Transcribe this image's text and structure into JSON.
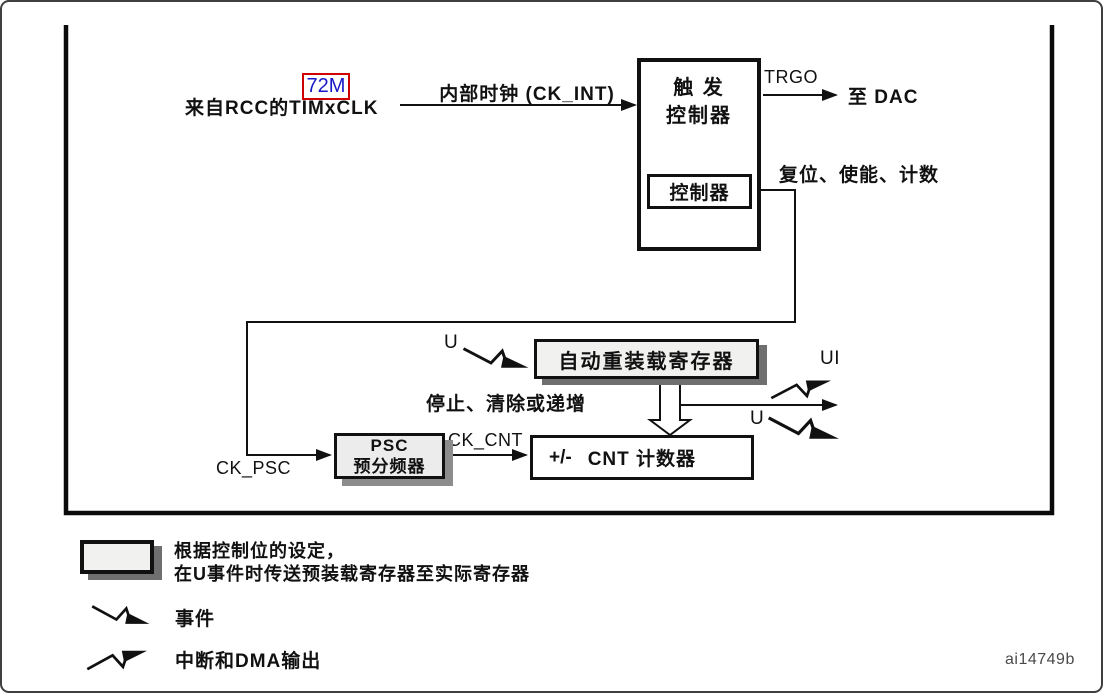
{
  "figure": {
    "id": "ai14749b",
    "annotation_72m": "72M",
    "labels": {
      "from_rcc": "来自RCC的TIMxCLK",
      "ck_int": "内部时钟 (CK_INT)",
      "trgo": "TRGO",
      "to_dac": "至 DAC",
      "reset_enable_count": "复位、使能、计数",
      "u_event_top": "U",
      "ui_interrupt": "UI",
      "u_event_right": "U",
      "stop_clear_increment": "停止、清除或递增",
      "ck_psc": "CK_PSC",
      "ck_cnt": "CK_CNT"
    },
    "blocks": {
      "trigger_controller": {
        "line1": "触 发",
        "line2": "控制器",
        "inner": "控制器"
      },
      "auto_reload_register": "自动重装载寄存器",
      "prescaler": {
        "line1": "PSC",
        "line2": "预分频器"
      },
      "counter": {
        "prefix": "+/-",
        "label": "CNT 计数器"
      }
    },
    "legend": {
      "preload_line1": "根据控制位的设定，",
      "preload_line2": "在U事件时传送预装载寄存器至实际寄存器",
      "event": "事件",
      "interrupt": "中断和DMA输出"
    },
    "colors": {
      "annotation_text": "#1818c8",
      "annotation_border": "#cf0000",
      "shadow": "#6f6f6f",
      "psc_shadow": "#8c8c8c",
      "figure_id_text": "#4a4a4a"
    }
  }
}
